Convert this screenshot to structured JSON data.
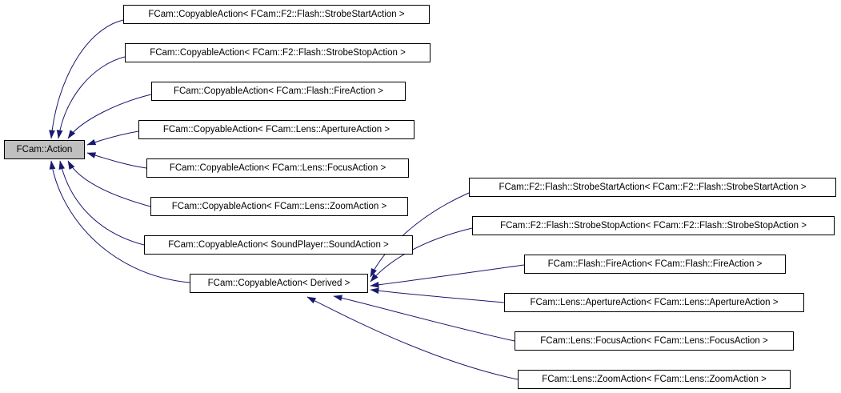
{
  "diagram": {
    "type": "class-inheritance-graph",
    "root_node": {
      "label": "FCam::Action"
    },
    "middle_nodes": [
      {
        "label": "FCam::CopyableAction< FCam::F2::Flash::StrobeStartAction >"
      },
      {
        "label": "FCam::CopyableAction< FCam::F2::Flash::StrobeStopAction >"
      },
      {
        "label": "FCam::CopyableAction< FCam::Flash::FireAction >"
      },
      {
        "label": "FCam::CopyableAction< FCam::Lens::ApertureAction >"
      },
      {
        "label": "FCam::CopyableAction< FCam::Lens::FocusAction >"
      },
      {
        "label": "FCam::CopyableAction< FCam::Lens::ZoomAction >"
      },
      {
        "label": "FCam::CopyableAction< SoundPlayer::SoundAction >"
      },
      {
        "label": "FCam::CopyableAction< Derived >"
      }
    ],
    "right_nodes": [
      {
        "label": "FCam::F2::Flash::StrobeStartAction< FCam::F2::Flash::StrobeStartAction >"
      },
      {
        "label": "FCam::F2::Flash::StrobeStopAction< FCam::F2::Flash::StrobeStopAction >"
      },
      {
        "label": "FCam::Flash::FireAction< FCam::Flash::FireAction >"
      },
      {
        "label": "FCam::Lens::ApertureAction< FCam::Lens::ApertureAction >"
      },
      {
        "label": "FCam::Lens::FocusAction< FCam::Lens::FocusAction >"
      },
      {
        "label": "FCam::Lens::ZoomAction< FCam::Lens::ZoomAction >"
      }
    ],
    "edges": [
      {
        "from": "FCam::CopyableAction< FCam::F2::Flash::StrobeStartAction >",
        "to": "FCam::Action"
      },
      {
        "from": "FCam::CopyableAction< FCam::F2::Flash::StrobeStopAction >",
        "to": "FCam::Action"
      },
      {
        "from": "FCam::CopyableAction< FCam::Flash::FireAction >",
        "to": "FCam::Action"
      },
      {
        "from": "FCam::CopyableAction< FCam::Lens::ApertureAction >",
        "to": "FCam::Action"
      },
      {
        "from": "FCam::CopyableAction< FCam::Lens::FocusAction >",
        "to": "FCam::Action"
      },
      {
        "from": "FCam::CopyableAction< FCam::Lens::ZoomAction >",
        "to": "FCam::Action"
      },
      {
        "from": "FCam::CopyableAction< SoundPlayer::SoundAction >",
        "to": "FCam::Action"
      },
      {
        "from": "FCam::CopyableAction< Derived >",
        "to": "FCam::Action"
      },
      {
        "from": "FCam::F2::Flash::StrobeStartAction< FCam::F2::Flash::StrobeStartAction >",
        "to": "FCam::CopyableAction< Derived >"
      },
      {
        "from": "FCam::F2::Flash::StrobeStopAction< FCam::F2::Flash::StrobeStopAction >",
        "to": "FCam::CopyableAction< Derived >"
      },
      {
        "from": "FCam::Flash::FireAction< FCam::Flash::FireAction >",
        "to": "FCam::CopyableAction< Derived >"
      },
      {
        "from": "FCam::Lens::ApertureAction< FCam::Lens::ApertureAction >",
        "to": "FCam::CopyableAction< Derived >"
      },
      {
        "from": "FCam::Lens::FocusAction< FCam::Lens::FocusAction >",
        "to": "FCam::CopyableAction< Derived >"
      },
      {
        "from": "FCam::Lens::ZoomAction< FCam::Lens::ZoomAction >",
        "to": "FCam::CopyableAction< Derived >"
      }
    ],
    "colors": {
      "edge": "#191970",
      "border": "#000000",
      "node_fill": "#ffffff",
      "root_fill": "#c0c0c0",
      "text": "#000000"
    }
  }
}
